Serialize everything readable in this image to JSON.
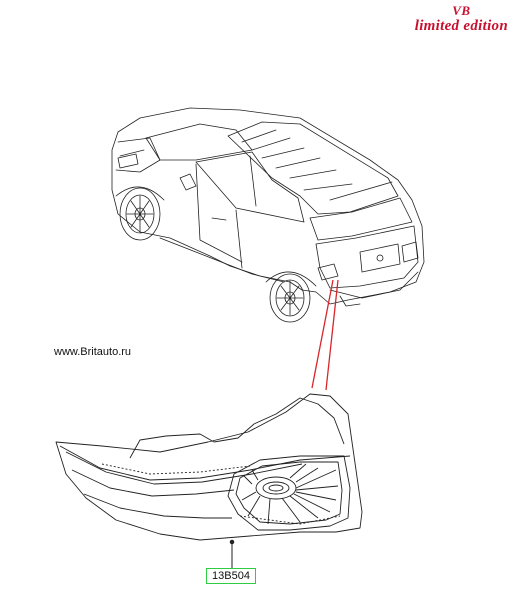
{
  "brand": {
    "line1": "VB",
    "line2": "limited edition"
  },
  "website": "www.Britauto.ru",
  "part_number": "13B504",
  "colors": {
    "brand_red": "#c8102e",
    "leader_red": "#d9262b",
    "label_border": "#2ecc40",
    "line": "#222222"
  }
}
